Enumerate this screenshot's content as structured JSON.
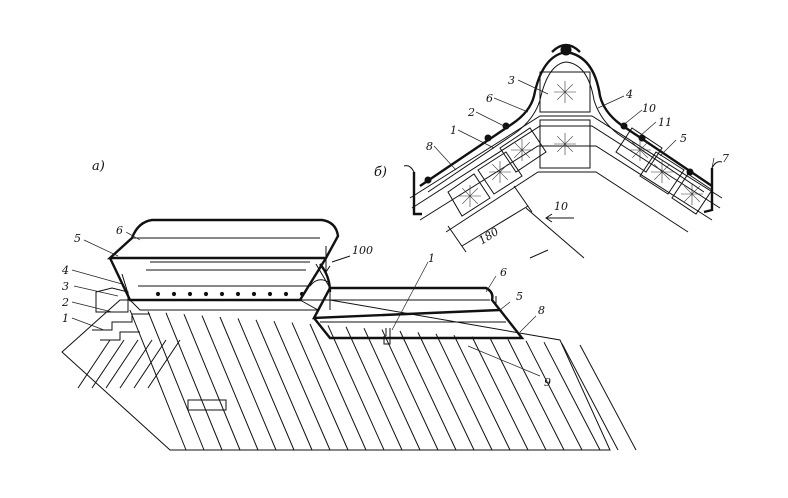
{
  "left_view": {
    "caption": "а)",
    "callouts": [
      "1",
      "2",
      "3",
      "4",
      "5",
      "6",
      "1",
      "6",
      "5",
      "8",
      "9"
    ],
    "dimension": "100"
  },
  "right_view": {
    "caption": "б)",
    "callouts": [
      "3",
      "6",
      "2",
      "1",
      "8",
      "4",
      "10",
      "11",
      "5",
      "7"
    ],
    "dimension_180": "180",
    "dimension_10": "10"
  }
}
